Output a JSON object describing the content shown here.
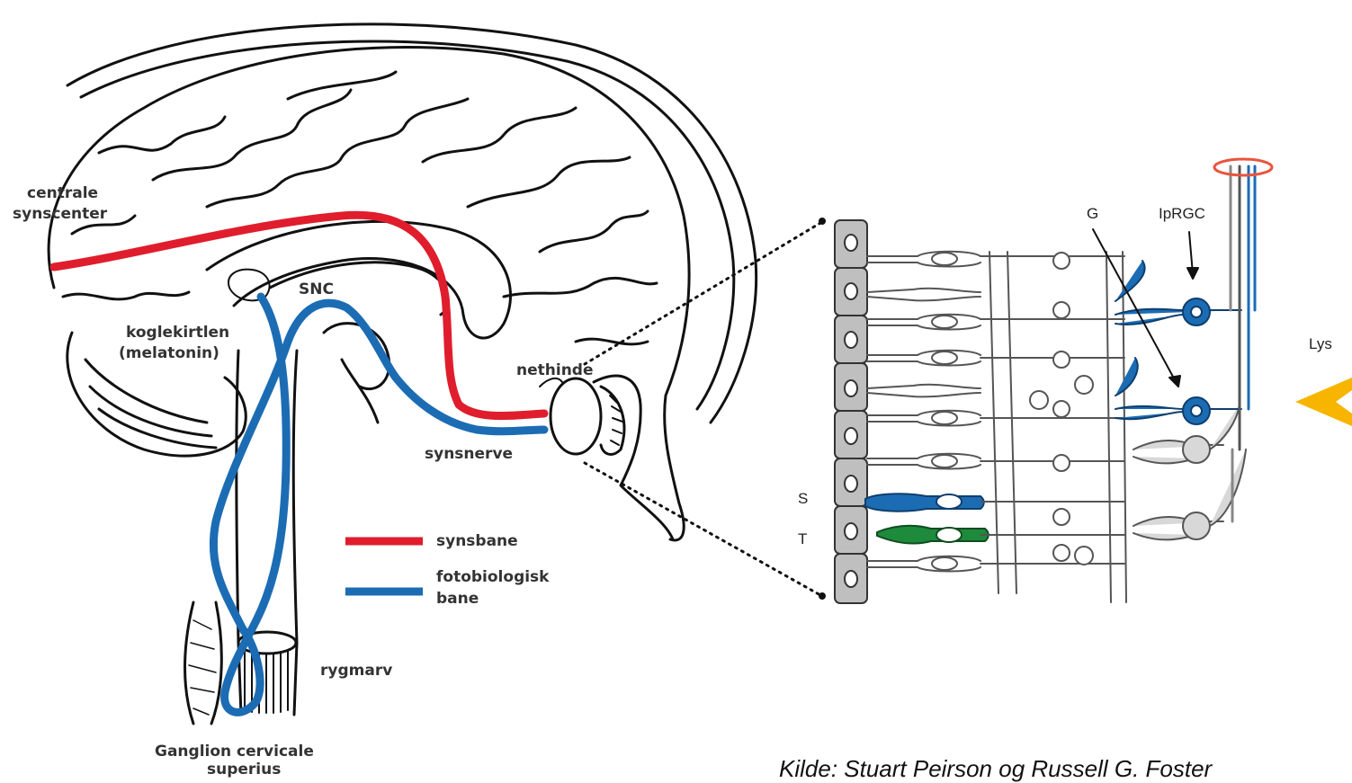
{
  "labels": {
    "centrale": "centrale",
    "synscenter": "synscenter",
    "koglekirtlen": "koglekirtlen",
    "melatonin": "(melatonin)",
    "snc": "SNC",
    "nethinde": "nethinde",
    "synsnerve": "synsnerve",
    "rygmarv": "rygmarv",
    "ganglion_1": "Ganglion cervicale",
    "ganglion_2": "superius"
  },
  "legend": {
    "items": [
      {
        "label": "synsbane",
        "color": "#e01d2c"
      },
      {
        "label_lines": [
          "fotobiologisk",
          "bane"
        ],
        "color": "#1c6cb4"
      }
    ]
  },
  "retina": {
    "g": "G",
    "iprgc": "IpRGC",
    "lys": "Lys",
    "s": "S",
    "t": "T"
  },
  "caption": "Kilde: Stuart Peirson og Russell G. Foster",
  "colors": {
    "red_pathway": "#e01d2c",
    "blue_pathway": "#1c6cb4",
    "green_cone": "#1e8a3c",
    "light_arrow": "#f7b500",
    "sun_ring": "#e8553e"
  }
}
